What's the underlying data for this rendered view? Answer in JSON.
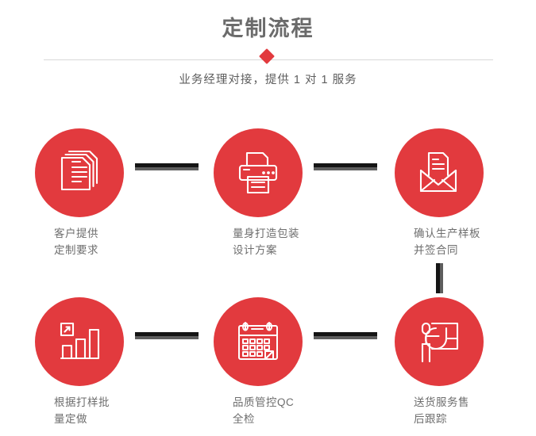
{
  "header": {
    "title": "定制流程",
    "subtitle": "业务经理对接，提供 1 对 1 服务",
    "diamond_color": "#e23a3e",
    "line_color": "#d8d8d8",
    "title_color": "#6b6b6b"
  },
  "theme": {
    "accent_red": "#e23a3e",
    "connector_dark": "#151515",
    "connector_gray": "#5e5e5e",
    "label_color": "#6e6e6e",
    "background": "#ffffff"
  },
  "steps": [
    {
      "index": "1",
      "icon": "documents-stack-icon",
      "label": "客户提供\n定制要求"
    },
    {
      "index": "2",
      "icon": "printer-icon",
      "label": "量身打造包装\n设计方案"
    },
    {
      "index": "3",
      "icon": "envelope-document-icon",
      "label": "确认生产样板\n并签合同"
    },
    {
      "index": "4",
      "icon": "bar-chart-growth-icon",
      "label": "根据打样批\n量定做"
    },
    {
      "index": "5",
      "icon": "calendar-check-icon",
      "label": "品质管控QC\n全检"
    },
    {
      "index": "6",
      "icon": "presenter-pie-chart-icon",
      "label": "送货服务售\n后跟踪"
    }
  ]
}
